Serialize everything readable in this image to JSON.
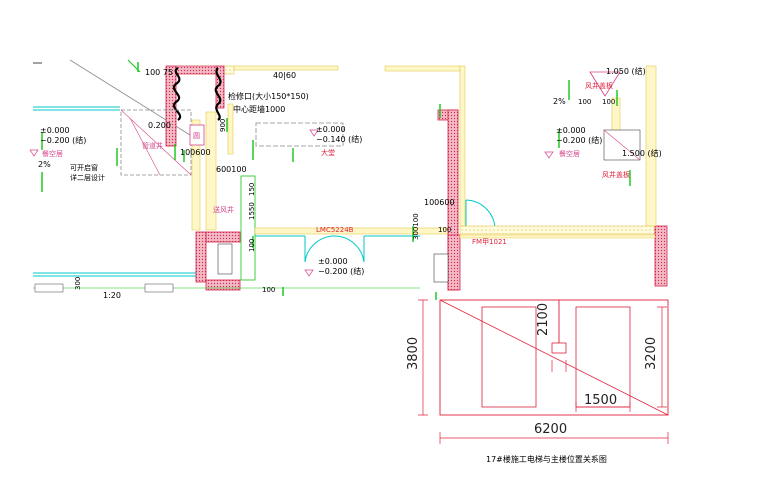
{
  "labels": {
    "dim_100_75": "100 75",
    "dim_40_60": "40|60",
    "opening_note": "检修口(大小150*150)",
    "center_distance": "中心距墙1000",
    "lvl_0200_top": "0.200",
    "yuan": "圆",
    "dim_900": "900",
    "pipe_well": "管道井",
    "lvl_pm0000_left": "±0.000",
    "lvl_m0200_left": "−0.200 (结)",
    "dim_100_600_a": "100600",
    "kefen_1": "可开启窗",
    "kefen_2": "详二层设计",
    "pct_2_left": "2%",
    "air_room_left": "餐空居",
    "dim_600_100": "600100",
    "vent_shaft": "送风井",
    "dim_150": "150",
    "dim_1550": "1550",
    "dim_100_a": "100",
    "lvl_pm0000_mid": "±0.000",
    "lvl_m0140": "−0.140 (结)",
    "hall": "大堂",
    "lmc": "LMC5224B",
    "lvl_pm0000_door": "±0.000",
    "lvl_m0200_door": "−0.200 (结)",
    "dim_100_600_b": "100600",
    "dim_300_100": "300100",
    "fm": "FM甲1021",
    "dim_300": "300",
    "scale": "1:20",
    "dim_100_b": "100",
    "dim_100_c": "100",
    "lvl_1050": "1.050 (结)",
    "air_room_right_top": "风井盖板",
    "pct_2_right": "2%",
    "dim_100_d": "100",
    "dim_100_e": "100",
    "lvl_pm0000_right": "±0.000",
    "lvl_m0200_right": "−0.200 (结)",
    "air_room_right": "餐空居",
    "lvl_1500": "1.500 (结)",
    "air_room_right_bot": "风井盖板",
    "sub_2100": "2100",
    "sub_3800": "3800",
    "sub_3200": "3200",
    "sub_1500": "1500",
    "sub_6200": "6200",
    "caption": "17#楼施工电梯与主楼位置关系图"
  },
  "colors": {
    "wall_fill": "#f2b8c4",
    "wall_edge": "#d4224a",
    "glass": "#00c8c8",
    "green": "#14c414",
    "yellow_line": "#f0e040",
    "grey_line": "#8a8a8a",
    "pink_text": "#e0223c",
    "magenta": "#d6458c",
    "sub_drawing": "#e0223c"
  }
}
